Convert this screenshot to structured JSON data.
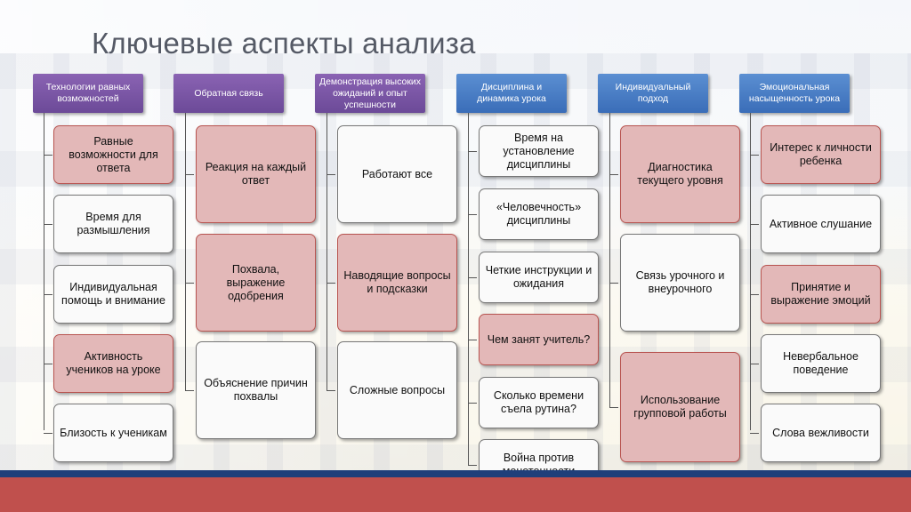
{
  "title": "Ключевые аспекты анализа",
  "columns": [
    {
      "header": "Технологии равных возможностей",
      "items": [
        "Равные возможности для ответа",
        "Время для размышления",
        "Индивидуальная помощь и внимание",
        "Активность учеников на уроке",
        "Близость к ученикам"
      ]
    },
    {
      "header": "Обратная связь",
      "items": [
        "Реакция на каждый ответ",
        "Похвала, выражение одобрения",
        "Объяснение причин похвалы"
      ]
    },
    {
      "header": "Демонстрация высоких ожиданий и опыт успешности",
      "items": [
        "Работают все",
        "Наводящие вопросы и подсказки",
        "Сложные вопросы"
      ]
    },
    {
      "header": "Дисциплина и динамика урока",
      "items": [
        "Время на установление дисциплины",
        "«Человечность» дисциплины",
        "Четкие инструкции и ожидания",
        "Чем занят учитель?",
        "Сколько времени съела рутина?",
        "Война против монотонности"
      ]
    },
    {
      "header": "Индивидуальный подход",
      "items": [
        "Диагностика текущего уровня",
        "Связь урочного и внеурочного",
        "Использование групповой работы"
      ]
    },
    {
      "header": "Эмоциональная насыщенность урока",
      "items": [
        "Интерес к личности ребенка",
        "Активное слушание",
        "Принятие и выражение эмоций",
        "Невербальное поведение",
        "Слова вежливости"
      ]
    }
  ],
  "colors": {
    "header_purple": "#7b55a8",
    "header_blue": "#4a7fc6",
    "highlight_fill": "#e3b8b8",
    "highlight_border": "#b85450",
    "plain_fill": "#fafafa",
    "bottom_bar_red": "#c0504d",
    "bottom_bar_blue": "#1f3f7a"
  }
}
